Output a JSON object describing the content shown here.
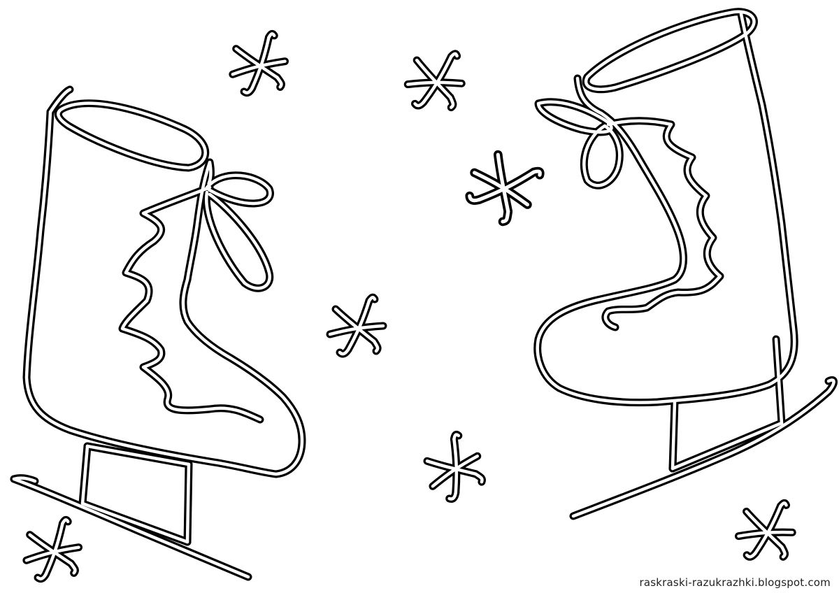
{
  "drawing": {
    "subject_icons": [
      "ice-skate",
      "ice-skate",
      "star",
      "star",
      "star",
      "star",
      "star",
      "star",
      "star"
    ],
    "line_color": "#000000",
    "background_color": "#ffffff"
  },
  "watermark": {
    "text": "raskraski-razukrazhki.blogspot.com"
  }
}
